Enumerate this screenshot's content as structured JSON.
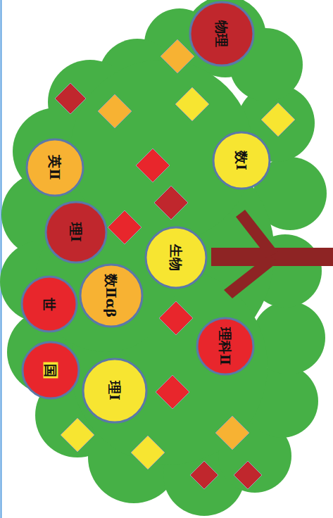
{
  "diagram": {
    "nodes": [
      {
        "text": [
          "物理"
        ]
      },
      {
        "text": [
          "数Ⅰ"
        ]
      },
      {
        "text": [
          "英Ⅱ"
        ]
      },
      {
        "text": [
          "理Ⅰ"
        ]
      },
      {
        "text": [
          "生物"
        ]
      },
      {
        "text": [
          "世"
        ]
      },
      {
        "text": [
          "数Ⅱαβ"
        ]
      },
      {
        "text": [
          "理科Ⅱ"
        ]
      },
      {
        "text": [
          "国"
        ]
      },
      {
        "text": [
          "理Ⅰ"
        ]
      }
    ]
  }
}
